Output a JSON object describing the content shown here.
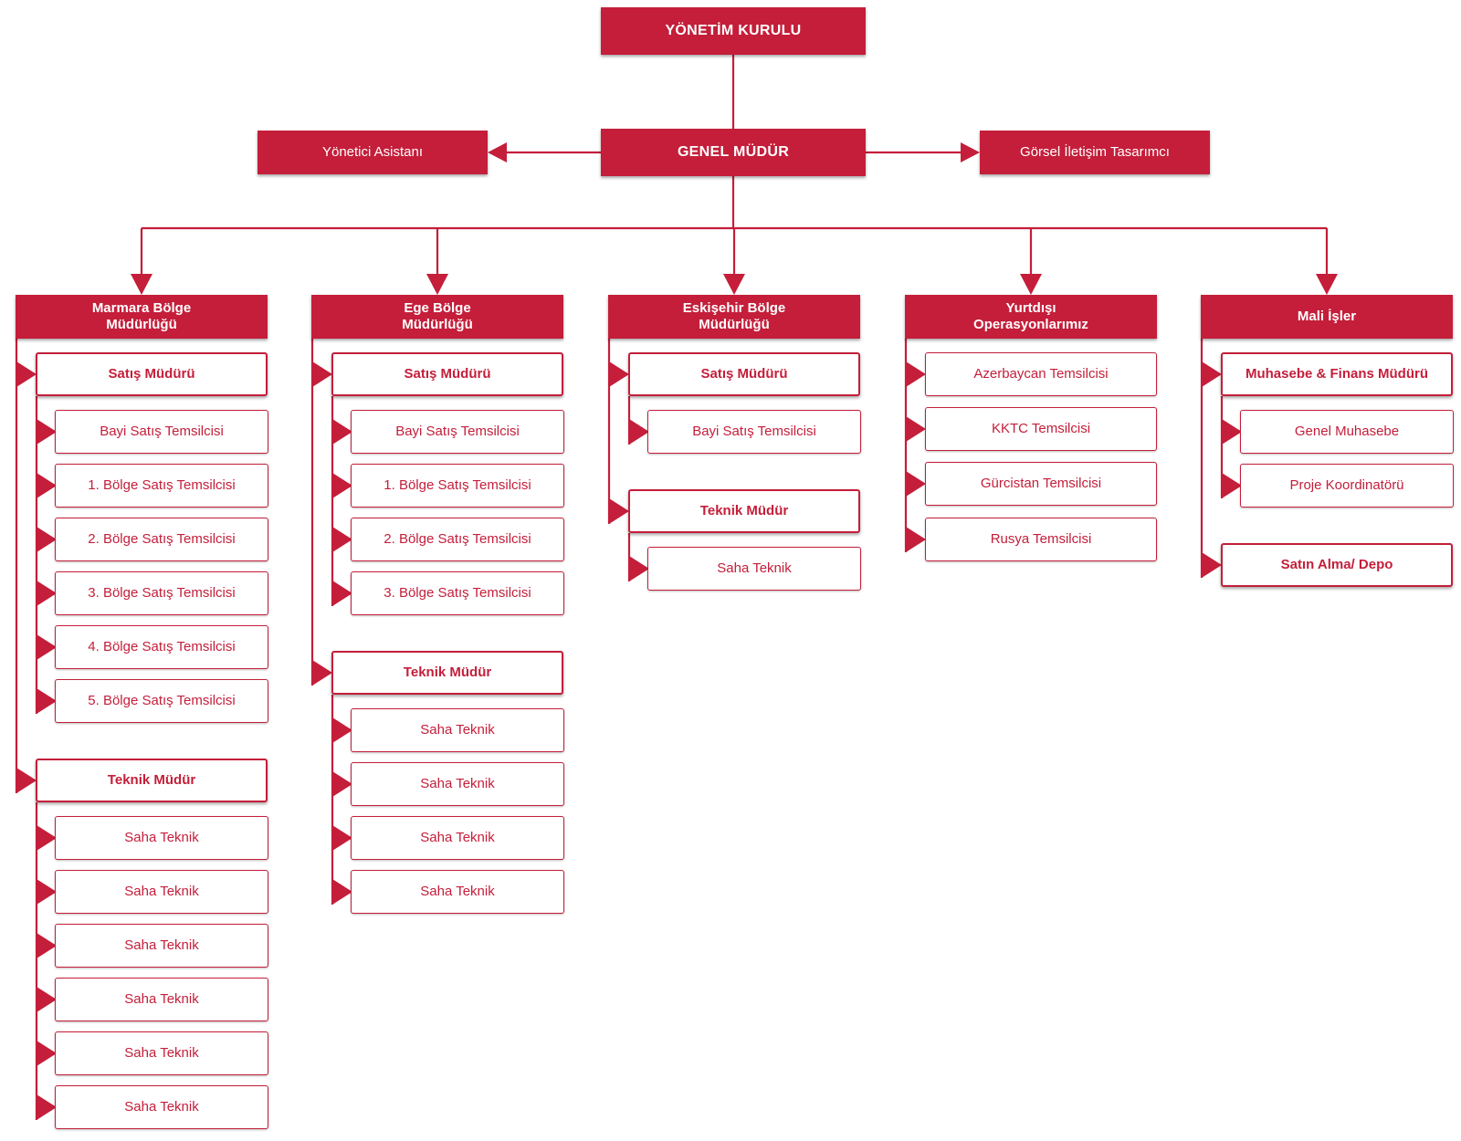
{
  "board": "YÖNETİM KURULU",
  "gm": "GENEL MÜDÜR",
  "assistant": "Yönetici Asistanı",
  "designer": "Görsel İletişim Tasarımcı",
  "colors": {
    "accent": "#c41e3a",
    "background": "#ffffff"
  },
  "departments": [
    {
      "title_lines": [
        "Marmara Bölge",
        "Müdürlüğü"
      ],
      "groups": [
        {
          "manager": "Satış Müdürü",
          "items": [
            "Bayi Satış Temsilcisi",
            "1. Bölge Satış Temsilcisi",
            "2. Bölge Satış Temsilcisi",
            "3. Bölge Satış Temsilcisi",
            "4. Bölge Satış Temsilcisi",
            "5. Bölge Satış Temsilcisi"
          ]
        },
        {
          "manager": "Teknik Müdür",
          "items": [
            "Saha Teknik",
            "Saha Teknik",
            "Saha Teknik",
            "Saha Teknik",
            "Saha Teknik",
            "Saha Teknik"
          ]
        }
      ]
    },
    {
      "title_lines": [
        "Ege Bölge",
        "Müdürlüğü"
      ],
      "groups": [
        {
          "manager": "Satış Müdürü",
          "items": [
            "Bayi Satış Temsilcisi",
            "1. Bölge Satış Temsilcisi",
            "2. Bölge Satış Temsilcisi",
            "3. Bölge Satış Temsilcisi"
          ]
        },
        {
          "manager": "Teknik Müdür",
          "items": [
            "Saha Teknik",
            "Saha Teknik",
            "Saha Teknik",
            "Saha Teknik"
          ]
        }
      ]
    },
    {
      "title_lines": [
        "Eskişehir Bölge",
        "Müdürlüğü"
      ],
      "groups": [
        {
          "manager": "Satış Müdürü",
          "items": [
            "Bayi Satış Temsilcisi"
          ]
        },
        {
          "manager": "Teknik Müdür",
          "items": [
            "Saha Teknik"
          ]
        }
      ]
    },
    {
      "title_lines": [
        "Yurtdışı",
        "Operasyonlarımız"
      ],
      "members": [
        "Azerbaycan Temsilcisi",
        "KKTC Temsilcisi",
        "Gürcistan Temsilcisi",
        "Rusya Temsilcisi"
      ]
    },
    {
      "title_lines": [
        "Mali İşler"
      ],
      "groups": [
        {
          "manager": "Muhasebe & Finans Müdürü",
          "items": [
            "Genel Muhasebe",
            "Proje Koordinatörü"
          ]
        },
        {
          "manager": "Satın Alma/ Depo",
          "items": []
        }
      ]
    }
  ]
}
